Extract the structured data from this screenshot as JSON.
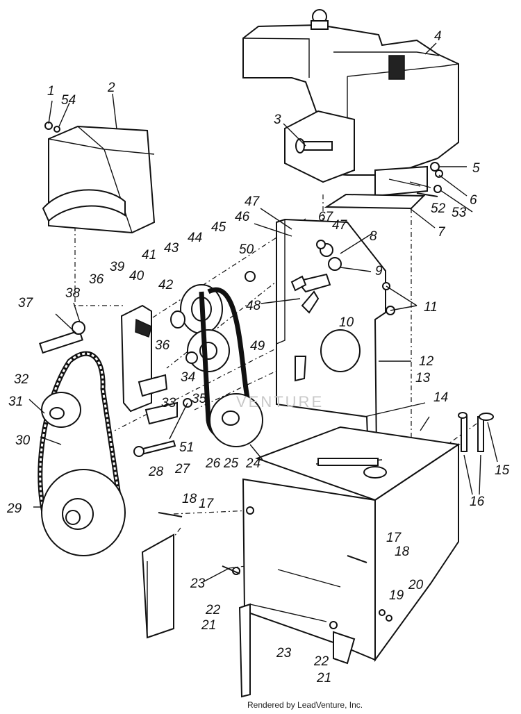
{
  "diagram": {
    "credit": "Rendered by LeadVenture, Inc.",
    "watermark": "VENTURE",
    "callouts": [
      "1",
      "54",
      "2",
      "3",
      "4",
      "5",
      "6",
      "52",
      "53",
      "7",
      "47",
      "46",
      "67",
      "47",
      "8",
      "50",
      "9",
      "45",
      "44",
      "43",
      "41",
      "39",
      "40",
      "36",
      "42",
      "38",
      "37",
      "11",
      "48",
      "10",
      "36",
      "49",
      "12",
      "13",
      "14",
      "32",
      "31",
      "34",
      "35",
      "33",
      "30",
      "51",
      "27",
      "28",
      "26",
      "25",
      "24",
      "29",
      "18",
      "17",
      "15",
      "16",
      "17",
      "18",
      "23",
      "22",
      "21",
      "19",
      "20",
      "23",
      "22",
      "21"
    ]
  },
  "colors": {
    "ink": "#111111",
    "paper": "#ffffff",
    "watermark": "#c8c8c8"
  }
}
